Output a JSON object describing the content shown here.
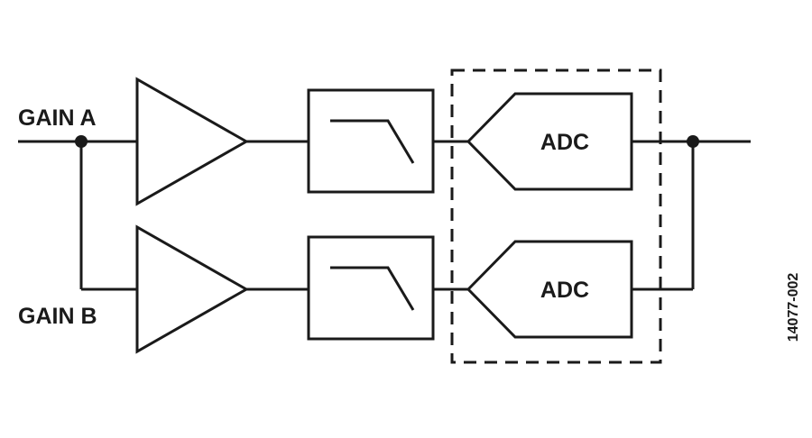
{
  "inputs": {
    "gain_a_label": "GAIN A",
    "gain_b_label": "GAIN B"
  },
  "converters": {
    "top_label": "ADC",
    "bottom_label": "ADC"
  },
  "figure_id": "14077-002",
  "colors": {
    "line": "#1a1a1a",
    "background": "#ffffff"
  }
}
